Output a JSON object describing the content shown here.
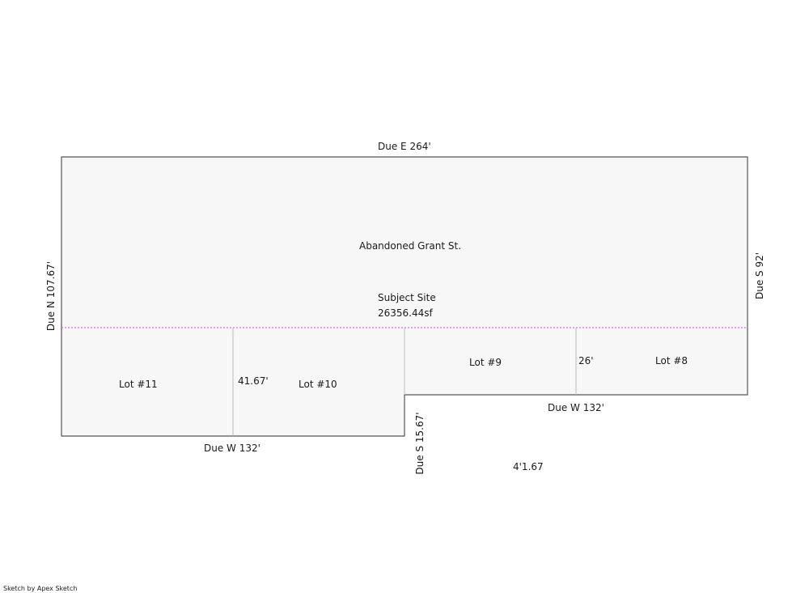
{
  "dimensions": {
    "top": "Due E  264'",
    "left": "Due N  107.67'",
    "right": "Due S  92'",
    "bottom_left": "Due W  132'",
    "bottom_right": "Due W  132'",
    "step_drop": "Due S  15.67'",
    "lot_depth": "41.67'",
    "lot_depth_short": "26'",
    "misc_note": "4'1.67"
  },
  "areas": {
    "street": "Abandoned Grant St.",
    "subject_label": "Subject Site",
    "subject_area": "26356.44sf"
  },
  "lots": [
    "Lot #11",
    "Lot #10",
    "Lot #9",
    "Lot #8"
  ],
  "footer": "Sketch by Apex Sketch",
  "colors": {
    "outline": "#555555",
    "fill": "#f7f7f7",
    "divider": "#bdbdbd",
    "subject_line": "#e040e0"
  }
}
